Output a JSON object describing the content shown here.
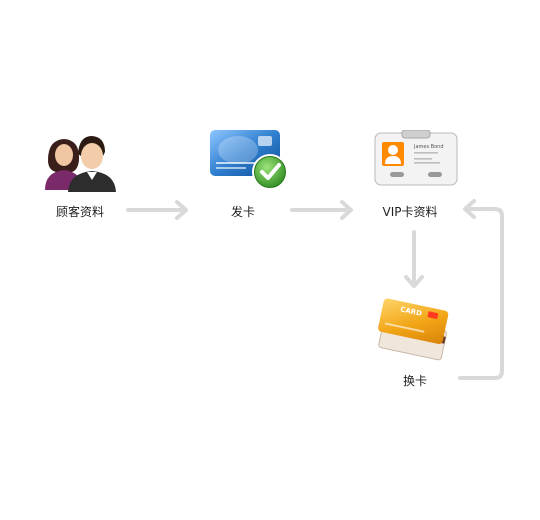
{
  "nodes": {
    "customer_info": {
      "label": "顾客资料",
      "icon": "customers-icon"
    },
    "issue_card": {
      "label": "发卡",
      "icon": "credit-card-check-icon"
    },
    "vip_card_info": {
      "label": "VIP卡资料",
      "icon": "contact-card-icon"
    },
    "replace_card": {
      "label": "换卡",
      "icon": "cards-icon"
    }
  },
  "card_text": {
    "contact_name": "James Bond",
    "card_brand": "CARD"
  },
  "colors": {
    "arrow": "#d9d9d9",
    "card_blue": "#2f7fd0",
    "check_green": "#3ea82e",
    "gold": "#f2a516",
    "brown": "#6b3b26"
  }
}
